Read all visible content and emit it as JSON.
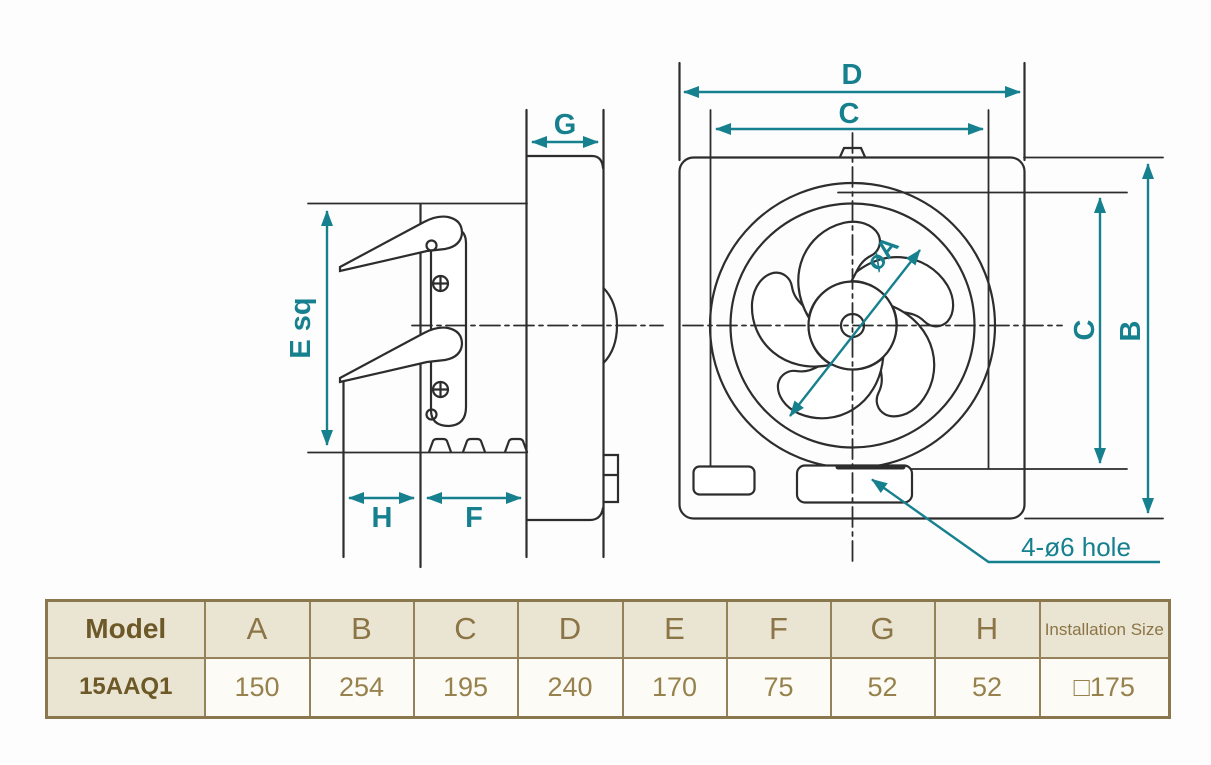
{
  "diagram": {
    "labels": {
      "g": "G",
      "e_sq": "E sq",
      "h": "H",
      "f": "F",
      "d": "D",
      "c_top": "C",
      "phi_a": "øA",
      "c_right": "C",
      "b": "B",
      "hole_note": "4-ø6 hole"
    },
    "colors": {
      "dimension": "#17808F",
      "line": "#2D2D2D"
    }
  },
  "table": {
    "headers": [
      "Model",
      "A",
      "B",
      "C",
      "D",
      "E",
      "F",
      "G",
      "H",
      "Installation Size"
    ],
    "row": {
      "model": "15AAQ1",
      "values": [
        "150",
        "254",
        "195",
        "240",
        "170",
        "75",
        "52",
        "52",
        "□175"
      ]
    },
    "colors": {
      "header_bg": "#EAE4D2",
      "cell_bg": "#FCFBF5",
      "border": "#95825A",
      "text_dark": "#6D5827",
      "text_value": "#97824D"
    }
  }
}
